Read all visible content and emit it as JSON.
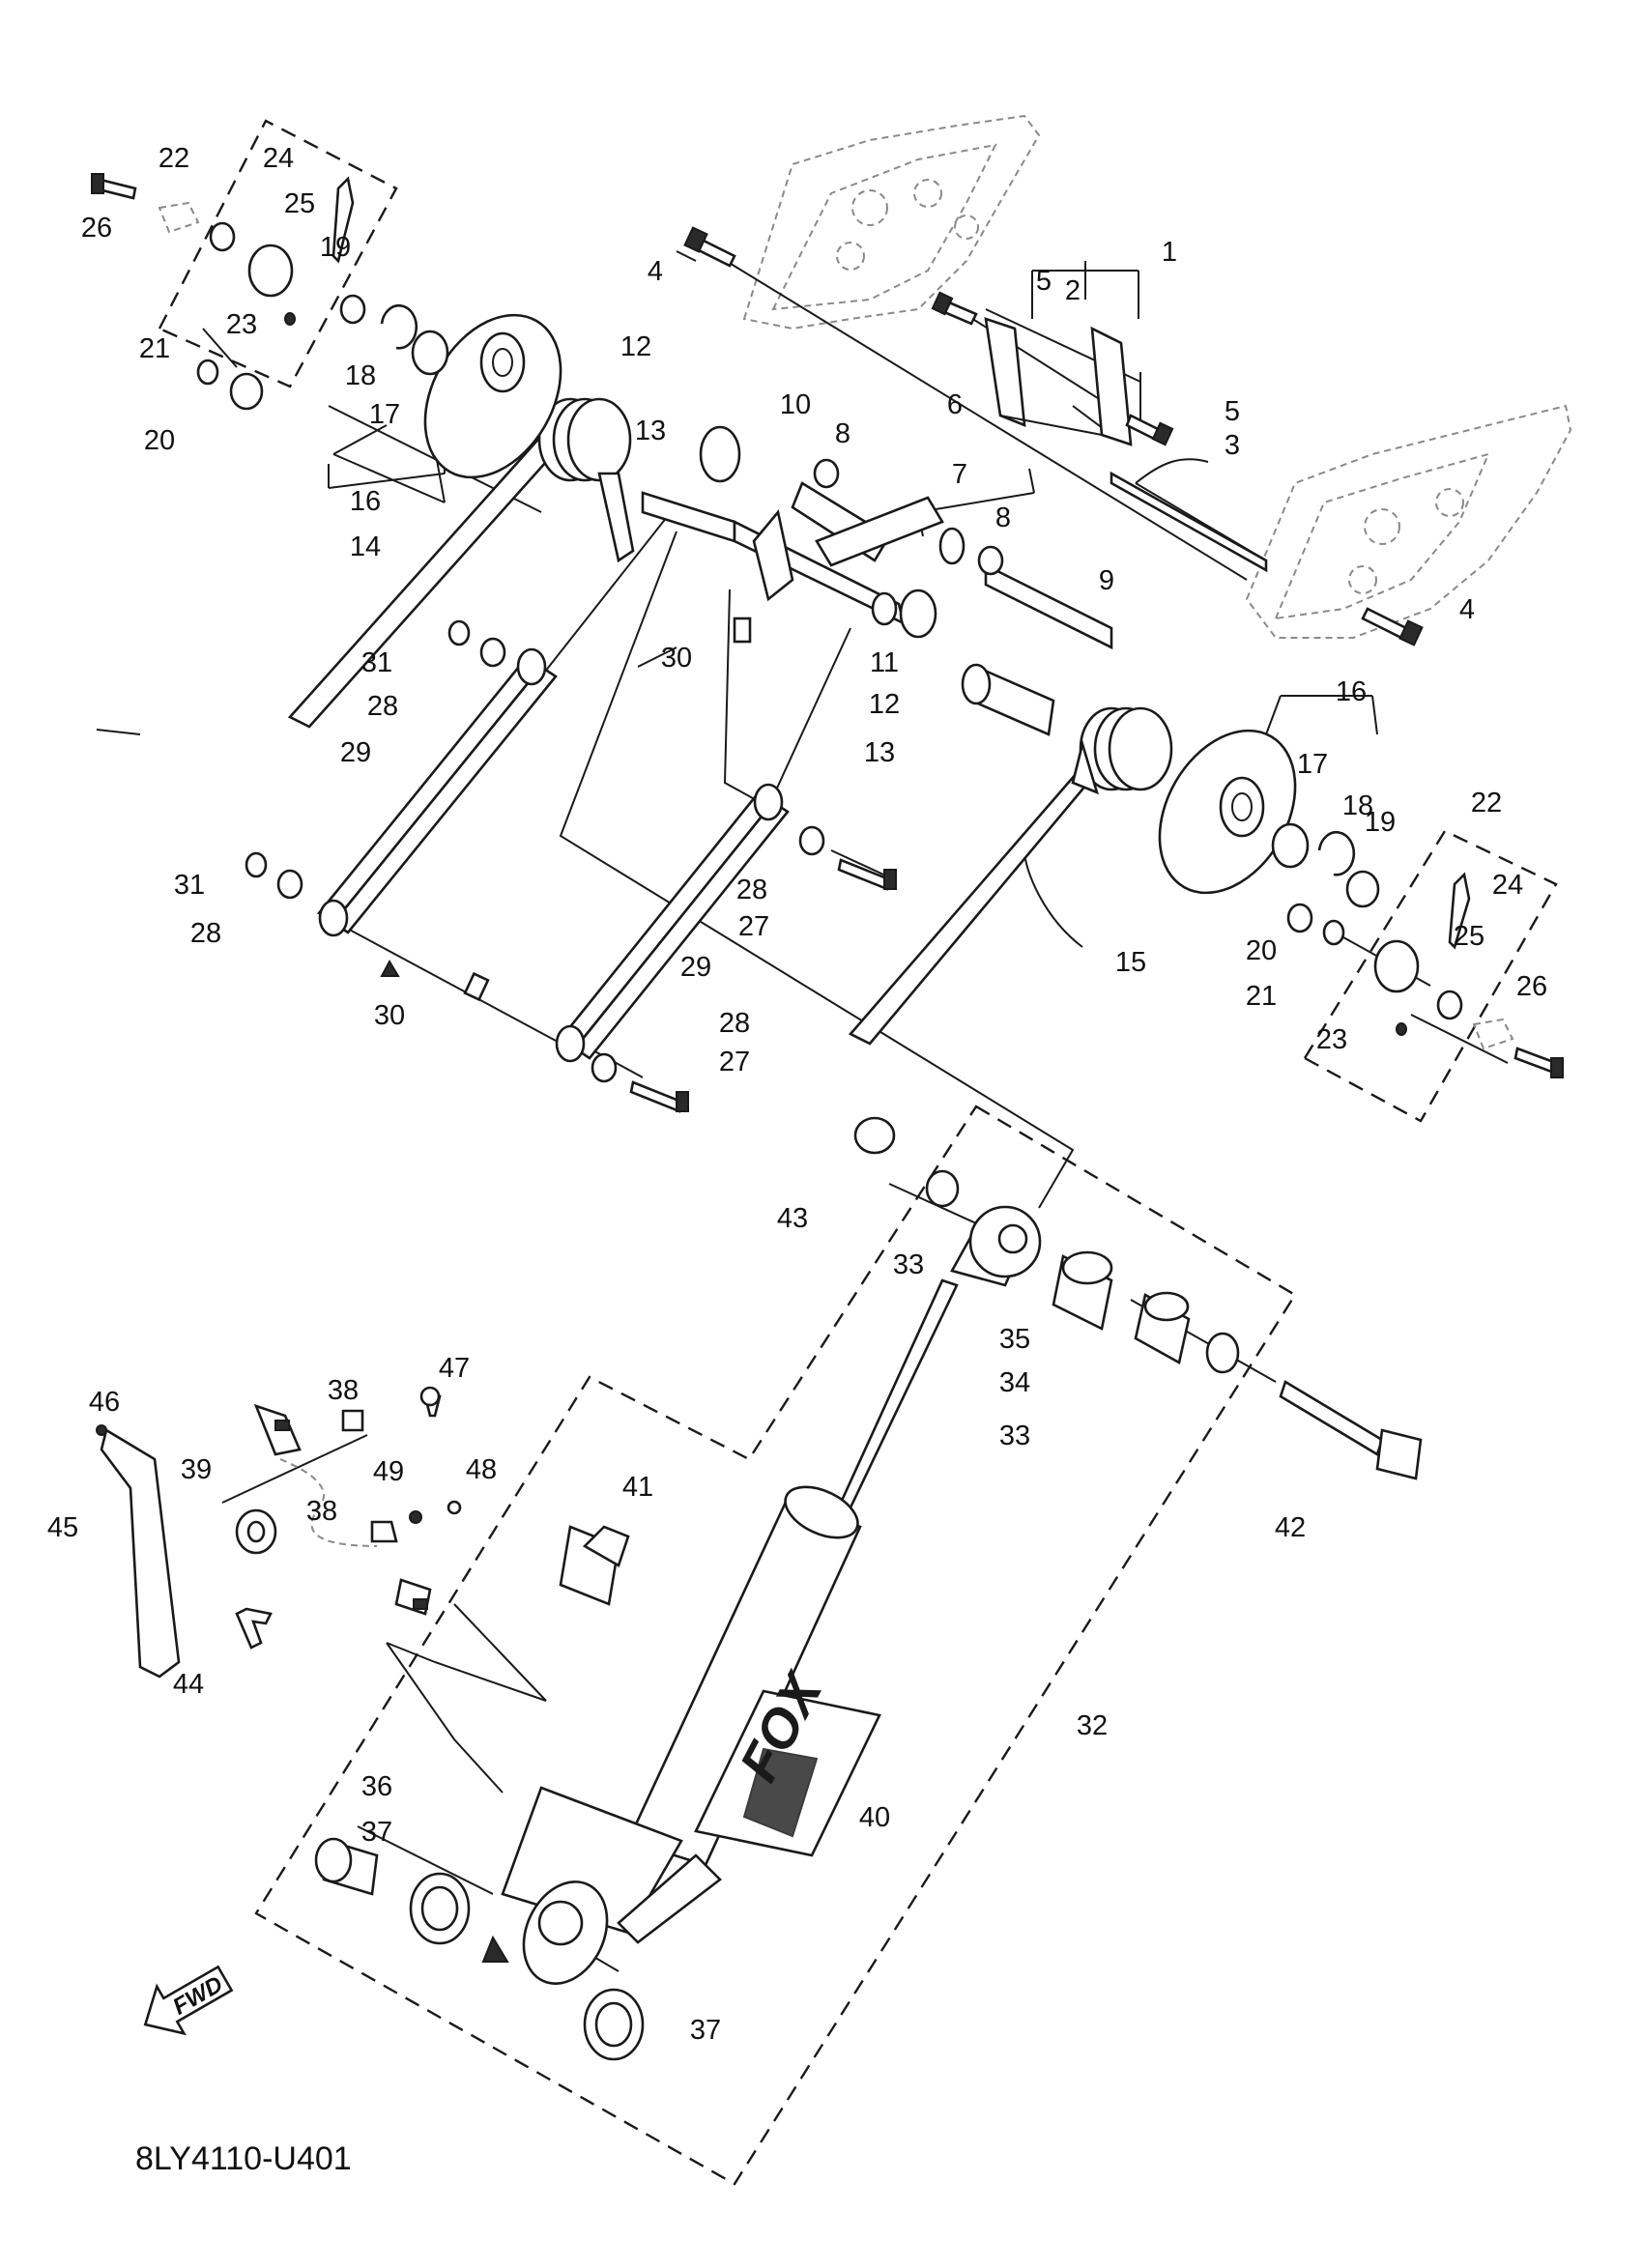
{
  "diagram_code": "8LY4110-U401",
  "fwd_label": "FWD",
  "brand_mark": "FOX",
  "callouts": [
    {
      "id": "c1",
      "num": "1"
    },
    {
      "id": "c2",
      "num": "2"
    },
    {
      "id": "c3",
      "num": "3"
    },
    {
      "id": "c4a",
      "num": "4"
    },
    {
      "id": "c4b",
      "num": "4"
    },
    {
      "id": "c5a",
      "num": "5"
    },
    {
      "id": "c5b",
      "num": "5"
    },
    {
      "id": "c6",
      "num": "6"
    },
    {
      "id": "c7",
      "num": "7"
    },
    {
      "id": "c8a",
      "num": "8"
    },
    {
      "id": "c8b",
      "num": "8"
    },
    {
      "id": "c9",
      "num": "9"
    },
    {
      "id": "c10",
      "num": "10"
    },
    {
      "id": "c11",
      "num": "11"
    },
    {
      "id": "c12a",
      "num": "12"
    },
    {
      "id": "c12b",
      "num": "12"
    },
    {
      "id": "c13a",
      "num": "13"
    },
    {
      "id": "c13b",
      "num": "13"
    },
    {
      "id": "c14",
      "num": "14"
    },
    {
      "id": "c15",
      "num": "15"
    },
    {
      "id": "c16a",
      "num": "16"
    },
    {
      "id": "c16b",
      "num": "16"
    },
    {
      "id": "c17a",
      "num": "17"
    },
    {
      "id": "c17b",
      "num": "17"
    },
    {
      "id": "c18a",
      "num": "18"
    },
    {
      "id": "c18b",
      "num": "18"
    },
    {
      "id": "c19a",
      "num": "19"
    },
    {
      "id": "c19b",
      "num": "19"
    },
    {
      "id": "c20a",
      "num": "20"
    },
    {
      "id": "c20b",
      "num": "20"
    },
    {
      "id": "c21a",
      "num": "21"
    },
    {
      "id": "c21b",
      "num": "21"
    },
    {
      "id": "c22a",
      "num": "22"
    },
    {
      "id": "c22b",
      "num": "22"
    },
    {
      "id": "c23a",
      "num": "23"
    },
    {
      "id": "c23b",
      "num": "23"
    },
    {
      "id": "c24a",
      "num": "24"
    },
    {
      "id": "c24b",
      "num": "24"
    },
    {
      "id": "c25a",
      "num": "25"
    },
    {
      "id": "c25b",
      "num": "25"
    },
    {
      "id": "c26a",
      "num": "26"
    },
    {
      "id": "c26b",
      "num": "26"
    },
    {
      "id": "c27a",
      "num": "27"
    },
    {
      "id": "c27b",
      "num": "27"
    },
    {
      "id": "c28a",
      "num": "28"
    },
    {
      "id": "c28b",
      "num": "28"
    },
    {
      "id": "c28c",
      "num": "28"
    },
    {
      "id": "c28d",
      "num": "28"
    },
    {
      "id": "c29a",
      "num": "29"
    },
    {
      "id": "c29b",
      "num": "29"
    },
    {
      "id": "c30a",
      "num": "30"
    },
    {
      "id": "c30b",
      "num": "30"
    },
    {
      "id": "c31a",
      "num": "31"
    },
    {
      "id": "c31b",
      "num": "31"
    },
    {
      "id": "c32",
      "num": "32"
    },
    {
      "id": "c33a",
      "num": "33"
    },
    {
      "id": "c33b",
      "num": "33"
    },
    {
      "id": "c34",
      "num": "34"
    },
    {
      "id": "c35",
      "num": "35"
    },
    {
      "id": "c36",
      "num": "36"
    },
    {
      "id": "c37a",
      "num": "37"
    },
    {
      "id": "c37b",
      "num": "37"
    },
    {
      "id": "c38a",
      "num": "38"
    },
    {
      "id": "c38b",
      "num": "38"
    },
    {
      "id": "c39",
      "num": "39"
    },
    {
      "id": "c40",
      "num": "40"
    },
    {
      "id": "c41",
      "num": "41"
    },
    {
      "id": "c42",
      "num": "42"
    },
    {
      "id": "c43",
      "num": "43"
    },
    {
      "id": "c44",
      "num": "44"
    },
    {
      "id": "c45",
      "num": "45"
    },
    {
      "id": "c46",
      "num": "46"
    },
    {
      "id": "c47",
      "num": "47"
    },
    {
      "id": "c48",
      "num": "48"
    },
    {
      "id": "c49",
      "num": "49"
    }
  ]
}
